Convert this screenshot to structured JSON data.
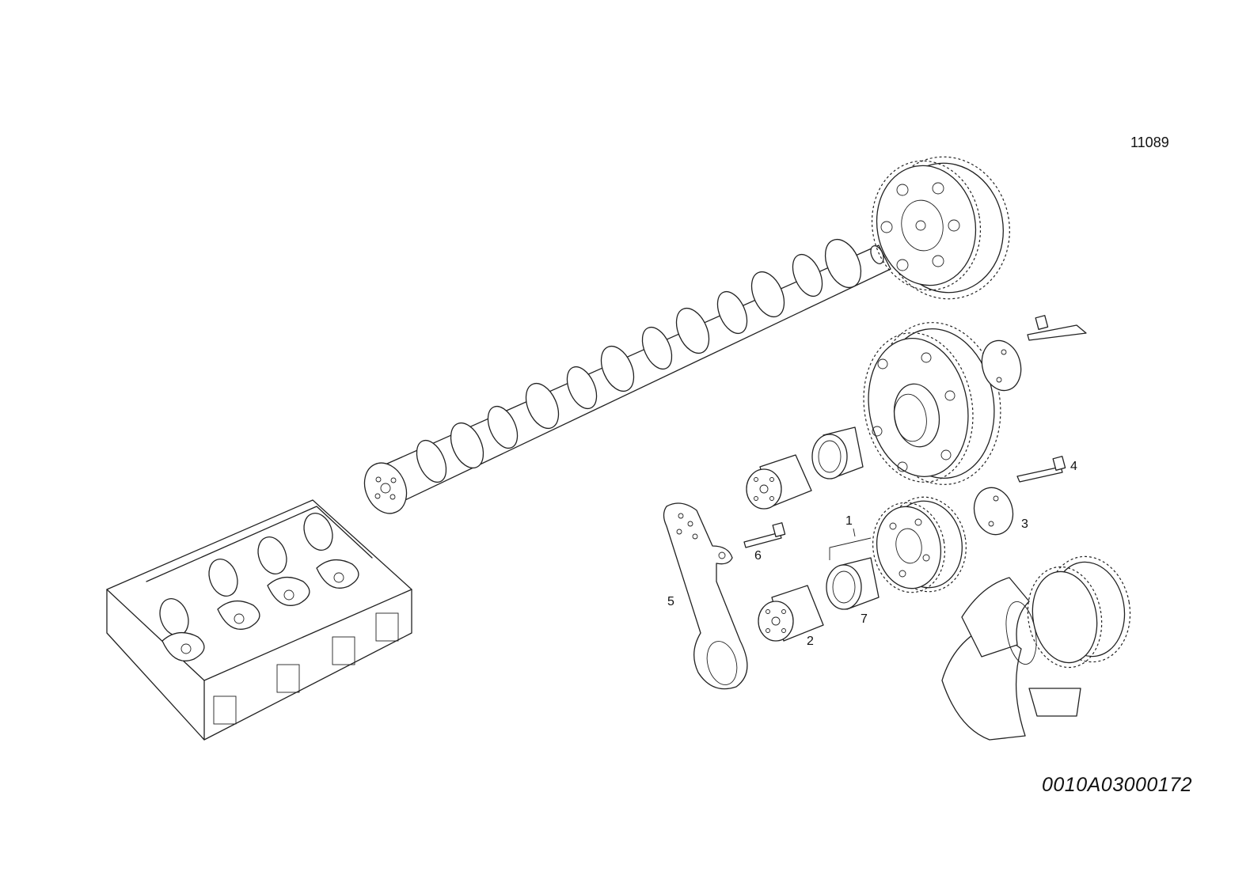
{
  "drawing_number": "11089",
  "figure_code": "0010A03000172",
  "callouts": [
    {
      "id": "1",
      "label": "1"
    },
    {
      "id": "2",
      "label": "2"
    },
    {
      "id": "3",
      "label": "3"
    },
    {
      "id": "4",
      "label": "4"
    },
    {
      "id": "5",
      "label": "5"
    },
    {
      "id": "6",
      "label": "6"
    },
    {
      "id": "7",
      "label": "7"
    }
  ]
}
